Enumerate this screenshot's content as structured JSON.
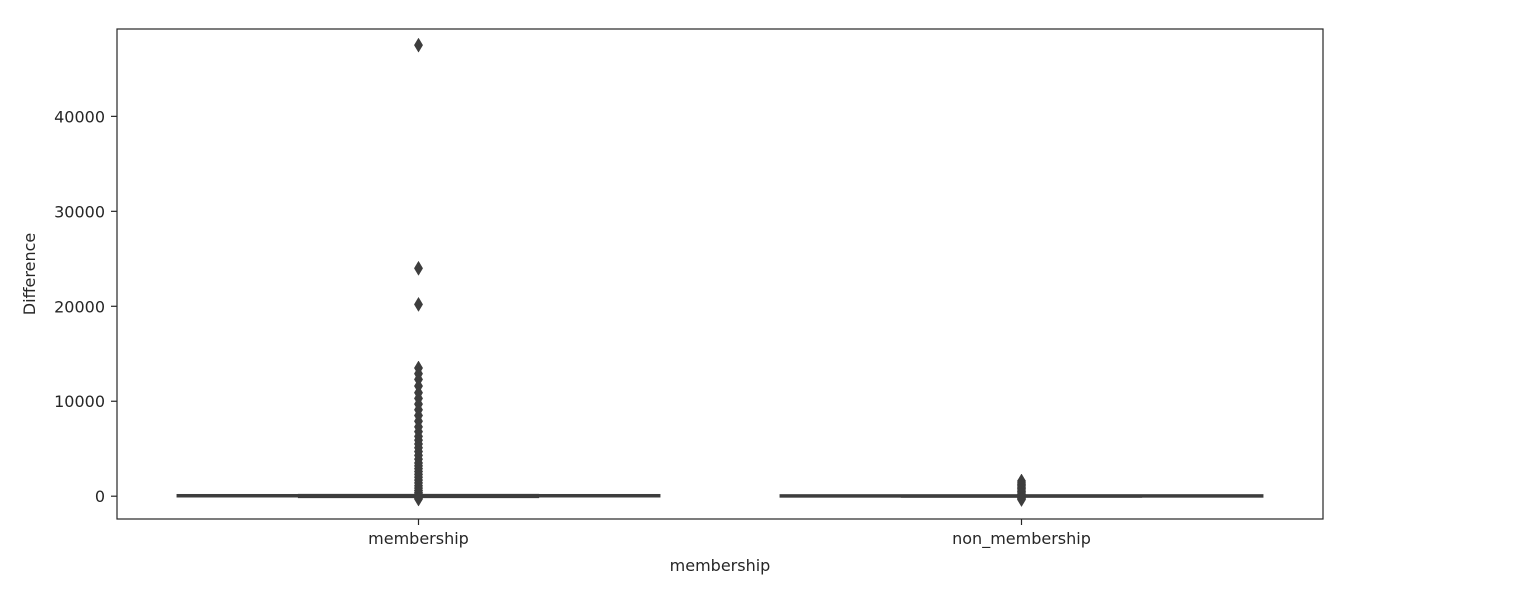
{
  "chart_data": {
    "type": "box",
    "title": "",
    "xlabel": "membership",
    "ylabel": "Difference",
    "ylim": [
      -2400,
      49200
    ],
    "yticks": [
      0,
      10000,
      20000,
      30000,
      40000
    ],
    "ytick_labels": [
      "0",
      "10000",
      "20000",
      "30000",
      "40000"
    ],
    "categories": [
      "membership",
      "non_membership"
    ],
    "grid": false,
    "box_color": "#3d3d3d",
    "boxes": [
      {
        "category": "membership",
        "q1": -50,
        "median": 0,
        "q3": 50,
        "whisker_low": -100,
        "whisker_high": 140,
        "outliers": [
          47500,
          24000,
          20200,
          13500,
          12900,
          12300,
          11600,
          10900,
          10300,
          9700,
          9100,
          8500,
          7900,
          7300,
          6800,
          6300,
          5900,
          5500,
          5100,
          4700,
          4300,
          3900,
          3500,
          3200,
          2900,
          2600,
          2300,
          2000,
          1700,
          1400,
          1100,
          850,
          600,
          400,
          250,
          -200,
          -300
        ]
      },
      {
        "category": "non_membership",
        "q1": -30,
        "median": 0,
        "q3": 30,
        "whisker_low": -60,
        "whisker_high": 80,
        "outliers": [
          1600,
          1400,
          1250,
          1100,
          950,
          800,
          650,
          500,
          350,
          200,
          -150,
          -250,
          -350
        ]
      }
    ]
  }
}
